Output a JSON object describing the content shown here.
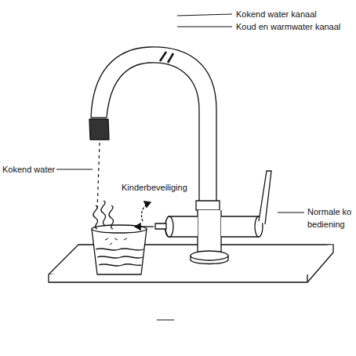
{
  "diagram": {
    "labels": [
      "Kokend water kanaal",
      "Koud en warmwater kanaal",
      "Kokend water",
      "Kinderbeveiliging",
      "Normale ko bediening"
    ]
  }
}
